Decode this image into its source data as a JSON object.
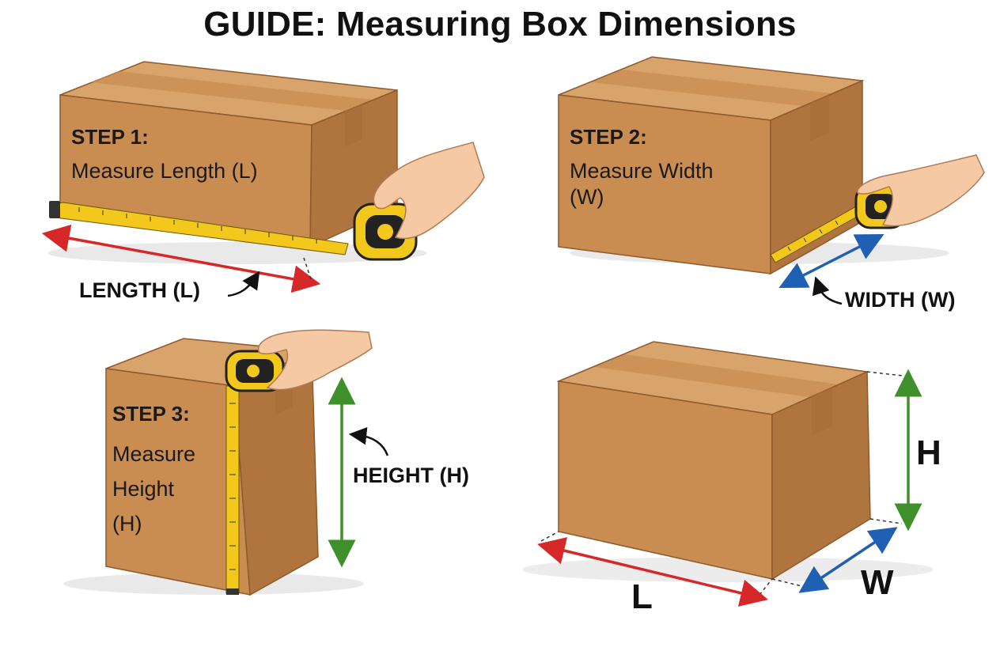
{
  "title": "GUIDE: Measuring Box Dimensions",
  "steps": [
    {
      "head": "STEP 1:",
      "body_lines": [
        "Measure Length (L)"
      ],
      "label": "LENGTH (L)"
    },
    {
      "head": "STEP 2:",
      "body_lines": [
        "Measure Width",
        "(W)"
      ],
      "label": "WIDTH (W)"
    },
    {
      "head": "STEP 3:",
      "body_lines": [
        "Measure",
        "Height",
        "(H)"
      ],
      "label": "HEIGHT (H)"
    }
  ],
  "summary": {
    "length": "L",
    "width": "W",
    "height": "H"
  },
  "colors": {
    "length_arrow": "#d62828",
    "width_arrow": "#1f5fb4",
    "height_arrow": "#3f8f2a",
    "box_front": "#c98d52",
    "box_side": "#b0743f",
    "box_top": "#d9a46b",
    "tape": "#f2c81c"
  },
  "icons": [
    "tape-measure-icon",
    "hand-icon",
    "cardboard-box-icon"
  ]
}
